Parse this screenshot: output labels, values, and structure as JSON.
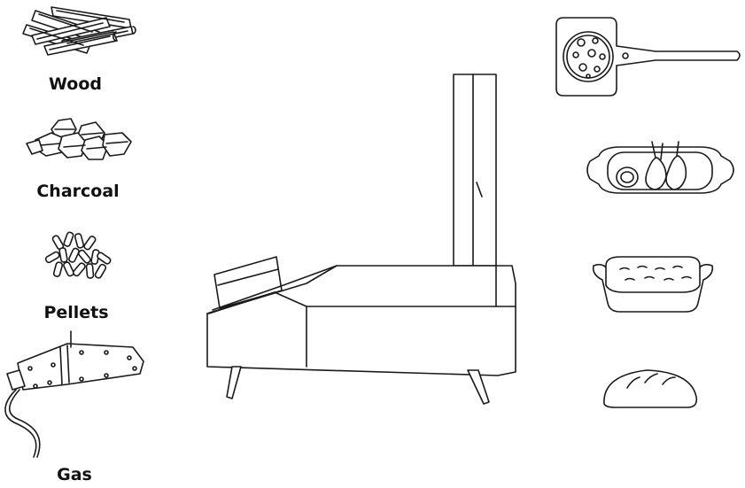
{
  "fuels": [
    {
      "label": "Wood",
      "icon": "wood-logs-icon"
    },
    {
      "label": "Charcoal",
      "icon": "charcoal-icon"
    },
    {
      "label": "Pellets",
      "icon": "pellets-icon"
    },
    {
      "label": "Gas",
      "icon": "gas-burner-icon"
    }
  ],
  "foods": [
    {
      "icon": "pizza-on-peel-icon"
    },
    {
      "icon": "roast-dish-icon"
    },
    {
      "icon": "casserole-dish-icon"
    },
    {
      "icon": "bread-loaf-icon"
    }
  ],
  "colors": {
    "line": "#1a1a1a",
    "background": "#ffffff"
  }
}
